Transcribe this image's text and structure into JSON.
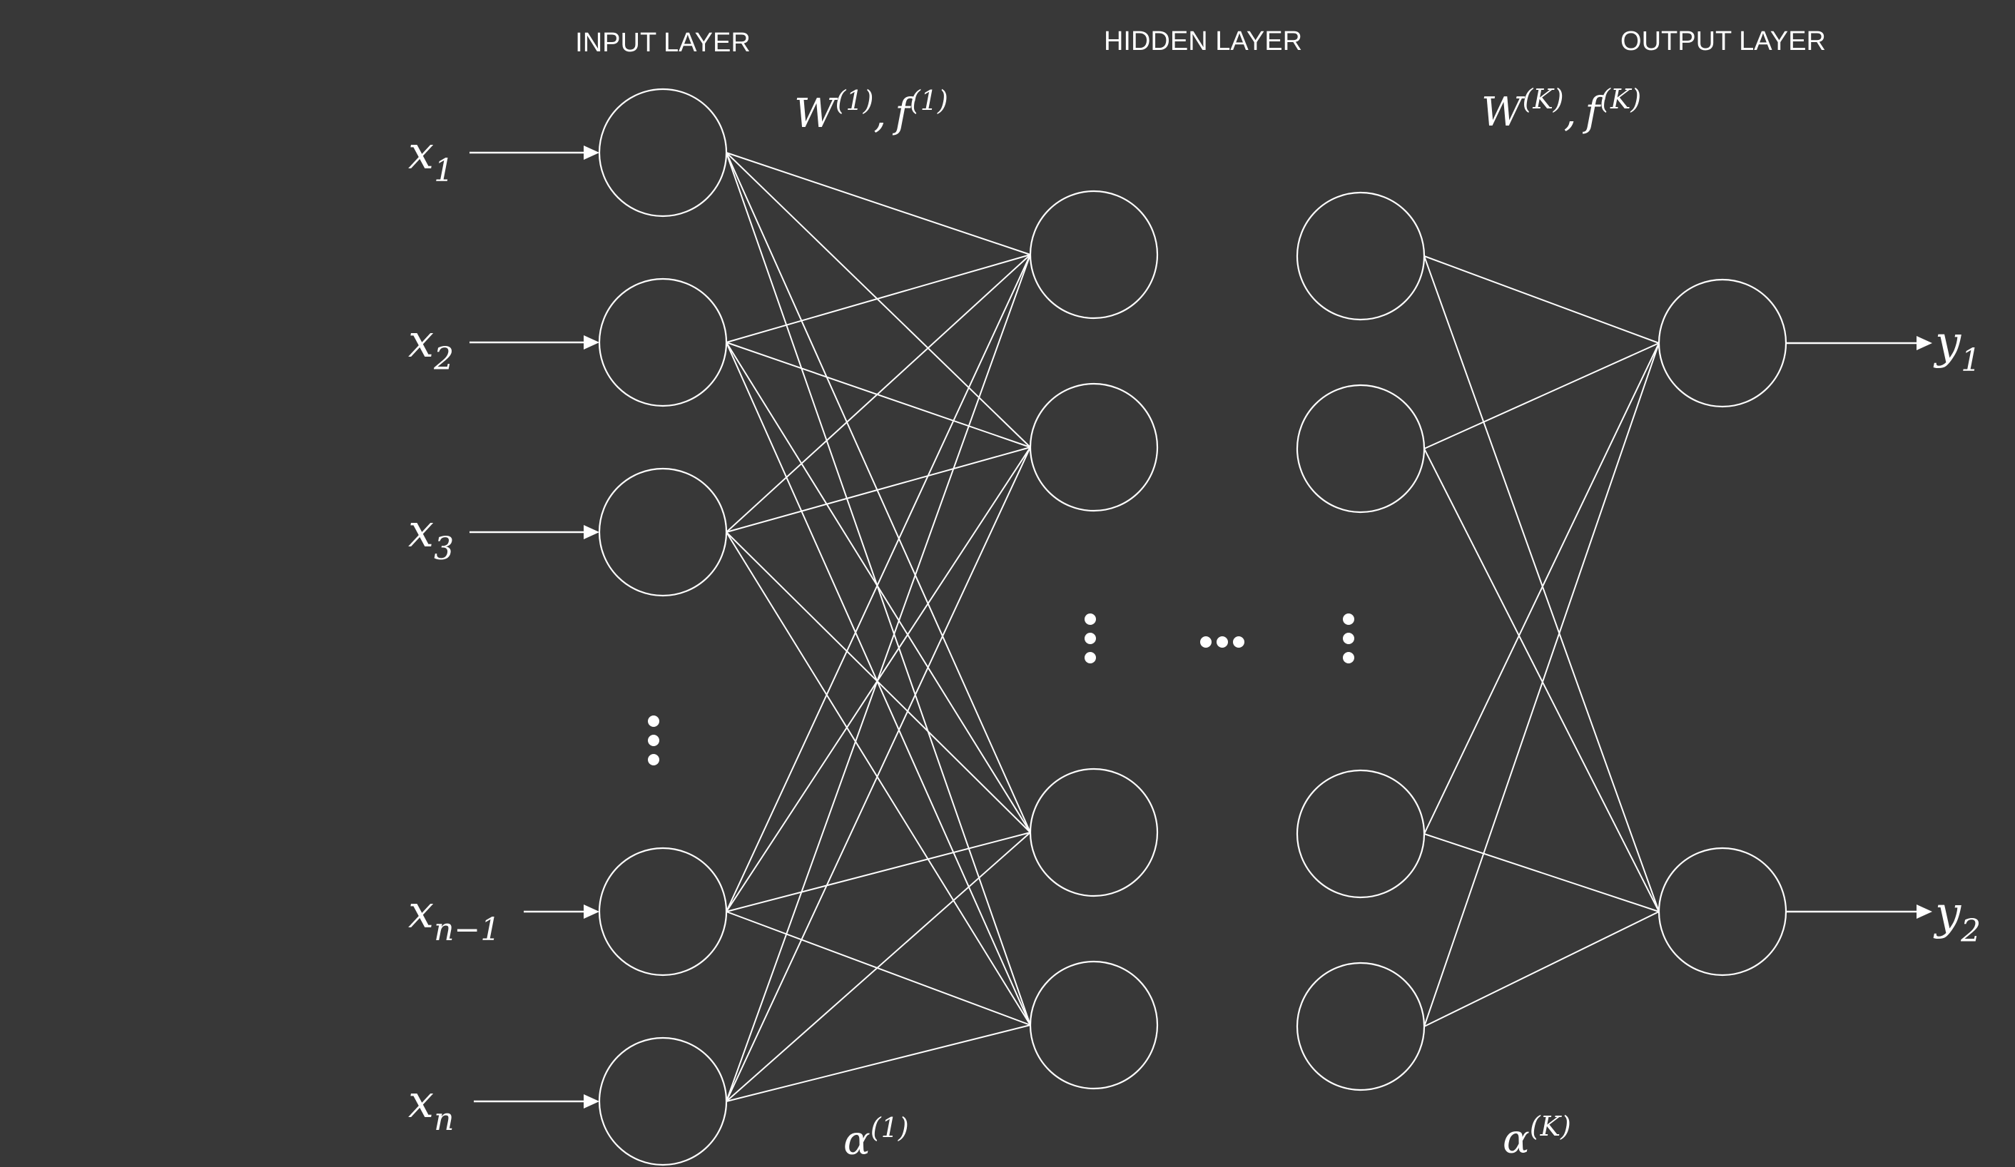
{
  "layers": {
    "input_title": "INPUT LAYER",
    "hidden_title": "HIDDEN LAYER",
    "output_title": "OUTPUT LAYER"
  },
  "inputs": [
    {
      "base": "x",
      "sub": "1"
    },
    {
      "base": "x",
      "sub": "2"
    },
    {
      "base": "x",
      "sub": "3"
    },
    {
      "base": "x",
      "sub": "n−1"
    },
    {
      "base": "x",
      "sub": "n"
    }
  ],
  "outputs": [
    {
      "base": "y",
      "sub": "1"
    },
    {
      "base": "y",
      "sub": "2"
    }
  ],
  "params": {
    "first_weights": {
      "w": "W",
      "w_sup": "(1)",
      "sep": ",",
      "f": "f",
      "f_sup": "(1)"
    },
    "last_weights": {
      "w": "W",
      "w_sup": "(K)",
      "sep": ",",
      "f": "f",
      "f_sup": "(K)"
    },
    "first_bias": {
      "a": "α",
      "a_sup": "(1)"
    },
    "last_bias": {
      "a": "α",
      "a_sup": "(K)"
    }
  },
  "icons": {
    "vertical_ellipsis": "vertical-ellipsis-icon",
    "horizontal_ellipsis": "horizontal-ellipsis-icon",
    "neuron": "circle-node",
    "connection": "line",
    "arrow": "right-arrow"
  },
  "colors": {
    "background": "#383838",
    "foreground": "#ffffff"
  }
}
